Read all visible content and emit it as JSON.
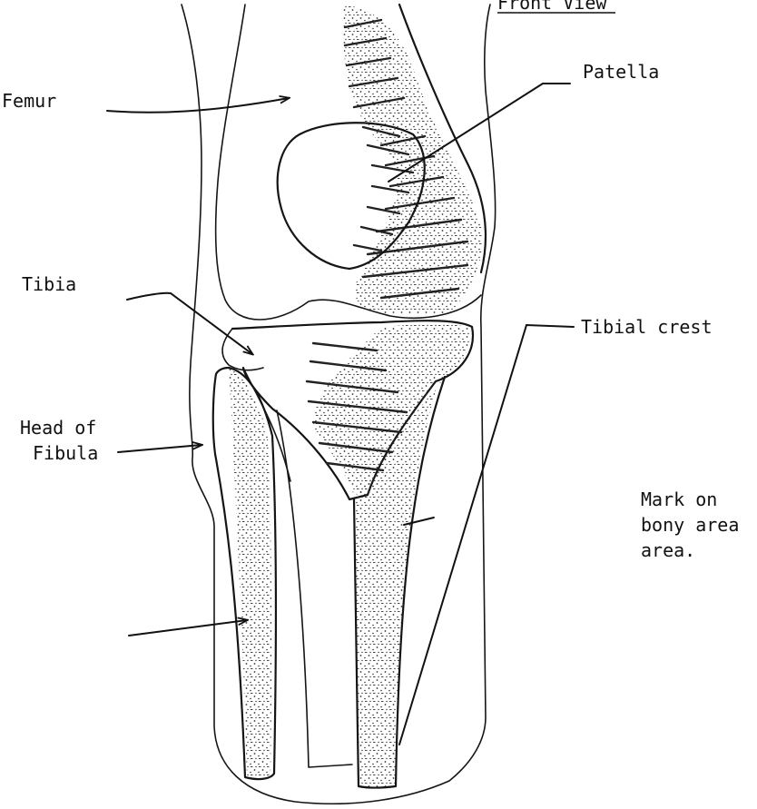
{
  "labels": {
    "view_title": "Front View",
    "femur": "Femur",
    "patella": "Patella",
    "tibia": "Tibia",
    "tibial_crest": "Tibial crest",
    "head_of_fibula_line1": "Head of",
    "head_of_fibula_line2": "Fibula",
    "instruction_line1": "Mark on",
    "instruction_line2": "bony area",
    "instruction_line3": "area."
  },
  "colors": {
    "ink": "#151515",
    "paper": "#ffffff"
  }
}
